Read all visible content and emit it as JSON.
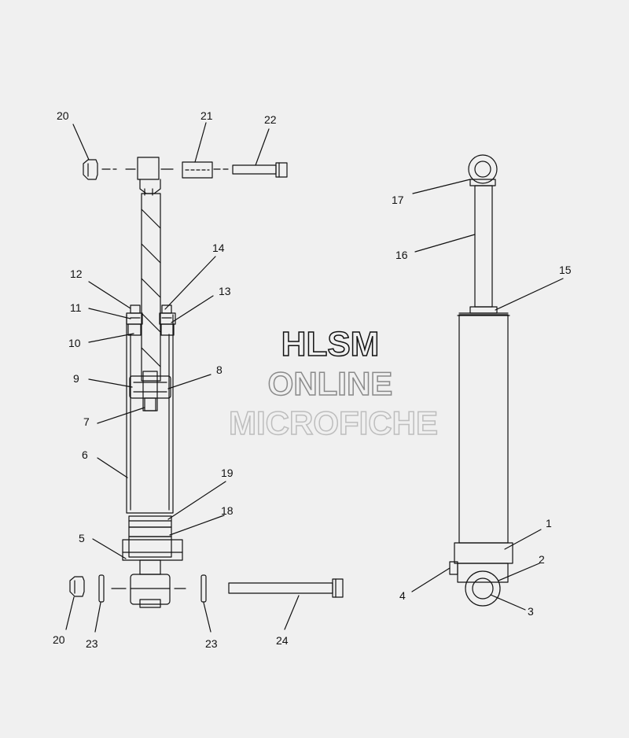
{
  "watermark": {
    "line1": "HLSM",
    "line2": "ONLINE",
    "line3": "MICROFICHE"
  },
  "colors": {
    "background": "#f0f0f0",
    "line": "#111111",
    "watermark": "#b9b9b9"
  },
  "callouts": {
    "c20_top": "20",
    "c21": "21",
    "c22": "22",
    "c12": "12",
    "c14": "14",
    "c11": "11",
    "c13": "13",
    "c10": "10",
    "c9": "9",
    "c8": "8",
    "c7": "7",
    "c6": "6",
    "c19": "19",
    "c18": "18",
    "c5": "5",
    "c20_bottom": "20",
    "c23_left": "23",
    "c23_right": "23",
    "c24": "24",
    "c17": "17",
    "c16": "16",
    "c15": "15",
    "c1": "1",
    "c2": "2",
    "c3": "3",
    "c4": "4"
  }
}
